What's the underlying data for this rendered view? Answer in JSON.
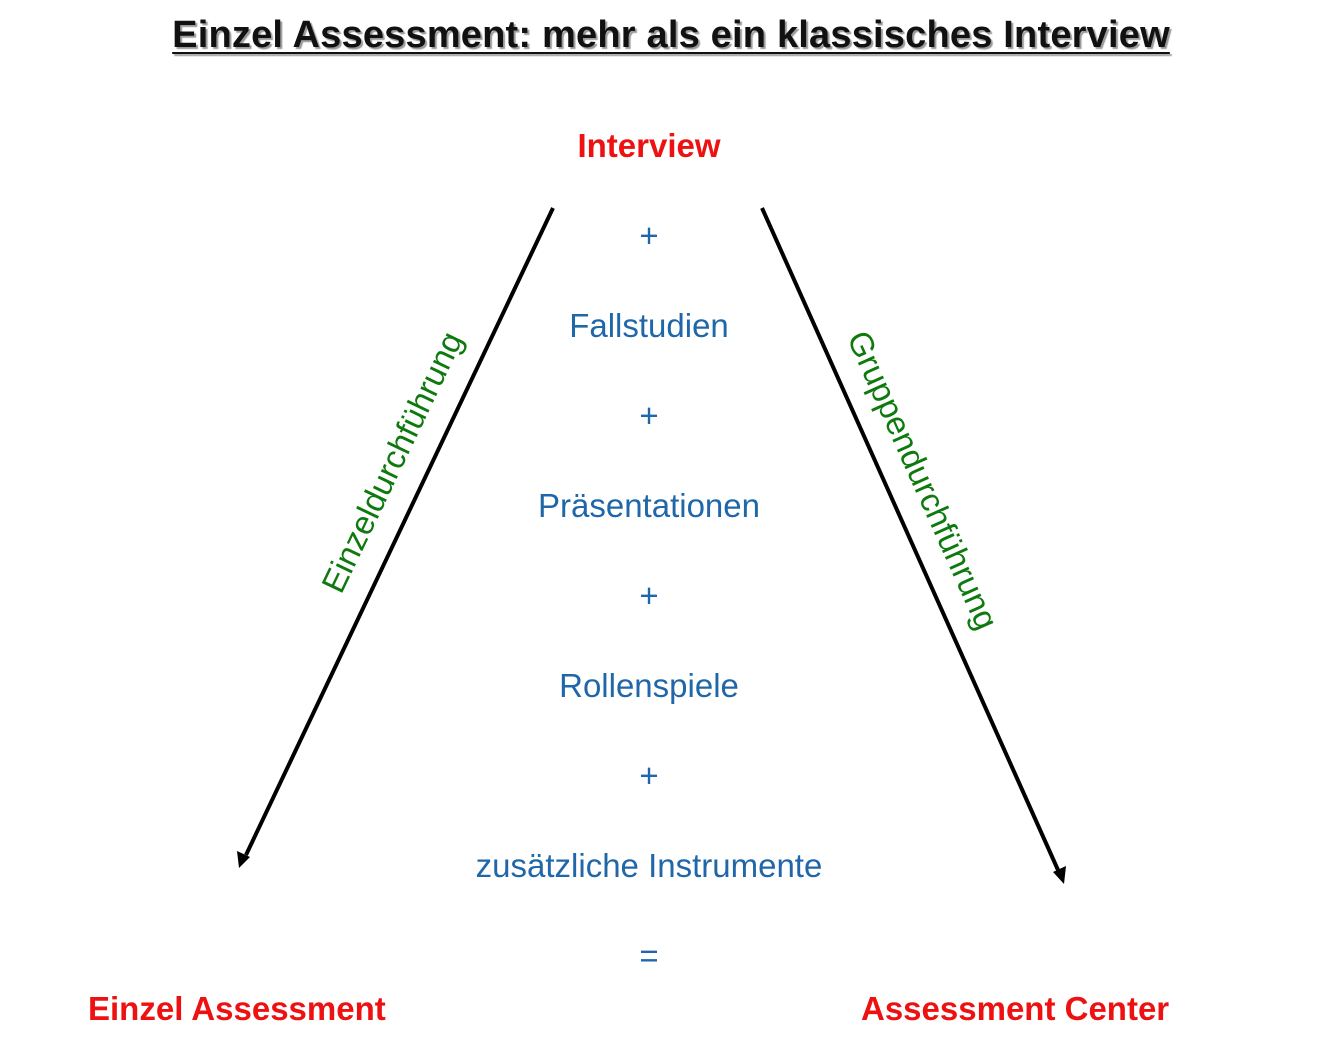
{
  "title": "Einzel Assessment: mehr als ein klassisches Interview",
  "top_item": "Interview",
  "operators": {
    "plus": "+",
    "equals": "="
  },
  "components": [
    "Fallstudien",
    "Präsentationen",
    "Rollenspiele",
    "zusätzliche Instrumente"
  ],
  "branches": {
    "left": {
      "direction_label": "Einzeldurchführung",
      "result": "Einzel Assessment"
    },
    "right": {
      "direction_label": "Gruppendurchführung",
      "result": "Assessment Center"
    }
  },
  "colors": {
    "title": "#111111",
    "top_and_results": "#ee1111",
    "components": "#1f67a8",
    "direction_labels": "#0e7a0e",
    "arrows": "#000000"
  }
}
